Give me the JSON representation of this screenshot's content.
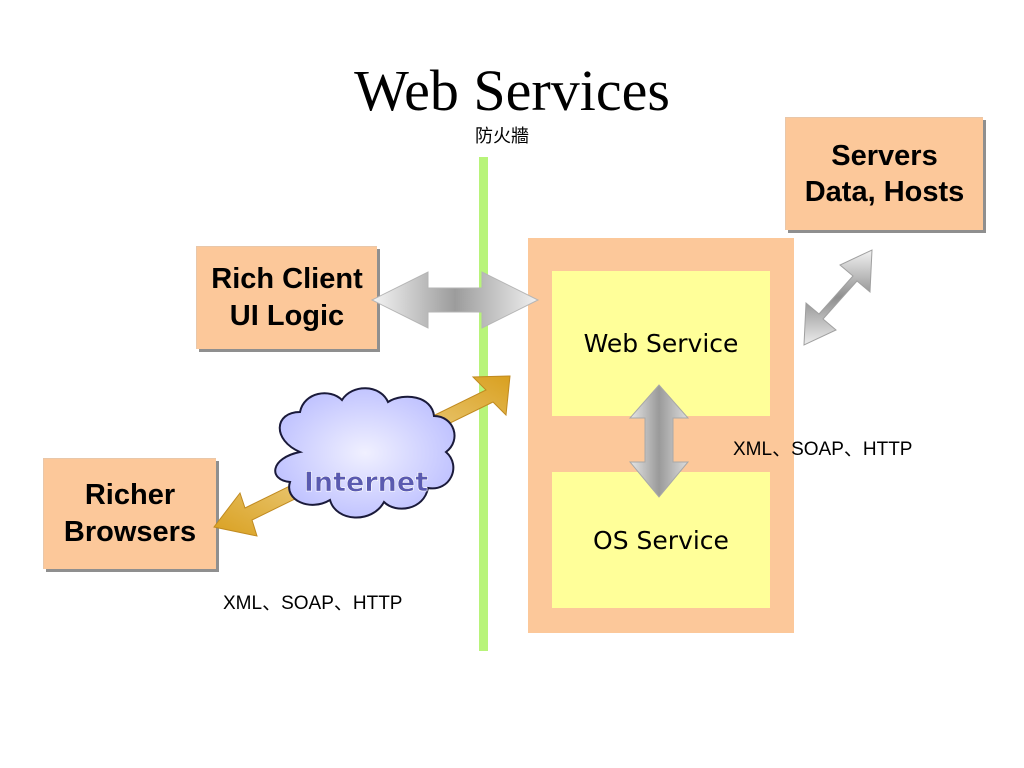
{
  "title": "Web Services",
  "firewall": {
    "label": "防火牆"
  },
  "nodes": {
    "servers": {
      "line1": "Servers",
      "line2": "Data, Hosts"
    },
    "rich_client": {
      "line1": "Rich Client",
      "line2": "UI Logic"
    },
    "richer_browsers": {
      "line1": "Richer",
      "line2": "Browsers"
    },
    "web_service": {
      "label": "Web Service"
    },
    "os_service": {
      "label": "OS Service"
    },
    "internet": {
      "label": "Internet"
    }
  },
  "protocols": {
    "right": "XML、SOAP、HTTP",
    "left": "XML、SOAP、HTTP"
  },
  "colors": {
    "box_fill": "#fcc89a",
    "service_fill": "#ffff99",
    "firewall_line": "#b8f47a",
    "cloud_fill": "#cfd2ff",
    "internet_text": "#5a5ab0"
  }
}
